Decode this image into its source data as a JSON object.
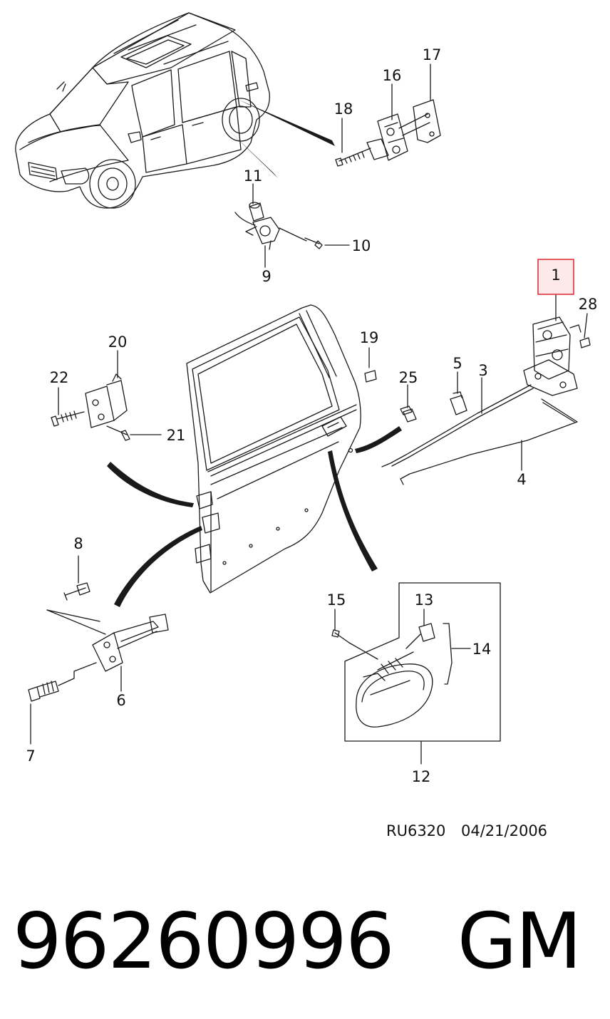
{
  "diagram": {
    "callouts": [
      {
        "id": "1",
        "label": "1",
        "highlighted": true
      },
      {
        "id": "3",
        "label": "3"
      },
      {
        "id": "4",
        "label": "4"
      },
      {
        "id": "5",
        "label": "5"
      },
      {
        "id": "6",
        "label": "6"
      },
      {
        "id": "7",
        "label": "7"
      },
      {
        "id": "8",
        "label": "8"
      },
      {
        "id": "9",
        "label": "9"
      },
      {
        "id": "10",
        "label": "10"
      },
      {
        "id": "11",
        "label": "11"
      },
      {
        "id": "12",
        "label": "12"
      },
      {
        "id": "13",
        "label": "13"
      },
      {
        "id": "14",
        "label": "14"
      },
      {
        "id": "15",
        "label": "15"
      },
      {
        "id": "16",
        "label": "16"
      },
      {
        "id": "17",
        "label": "17"
      },
      {
        "id": "18",
        "label": "18"
      },
      {
        "id": "19",
        "label": "19"
      },
      {
        "id": "20",
        "label": "20"
      },
      {
        "id": "21",
        "label": "21"
      },
      {
        "id": "22",
        "label": "22"
      },
      {
        "id": "25",
        "label": "25"
      },
      {
        "id": "28",
        "label": "28"
      }
    ],
    "reference_code": "RU6320",
    "reference_date": "04/21/2006",
    "highlight_color": "#e0323c",
    "highlight_fill": "#fde8ea",
    "line_color": "#1a1a1a"
  },
  "footer": {
    "part_number": "96260996",
    "brand": "GM"
  }
}
